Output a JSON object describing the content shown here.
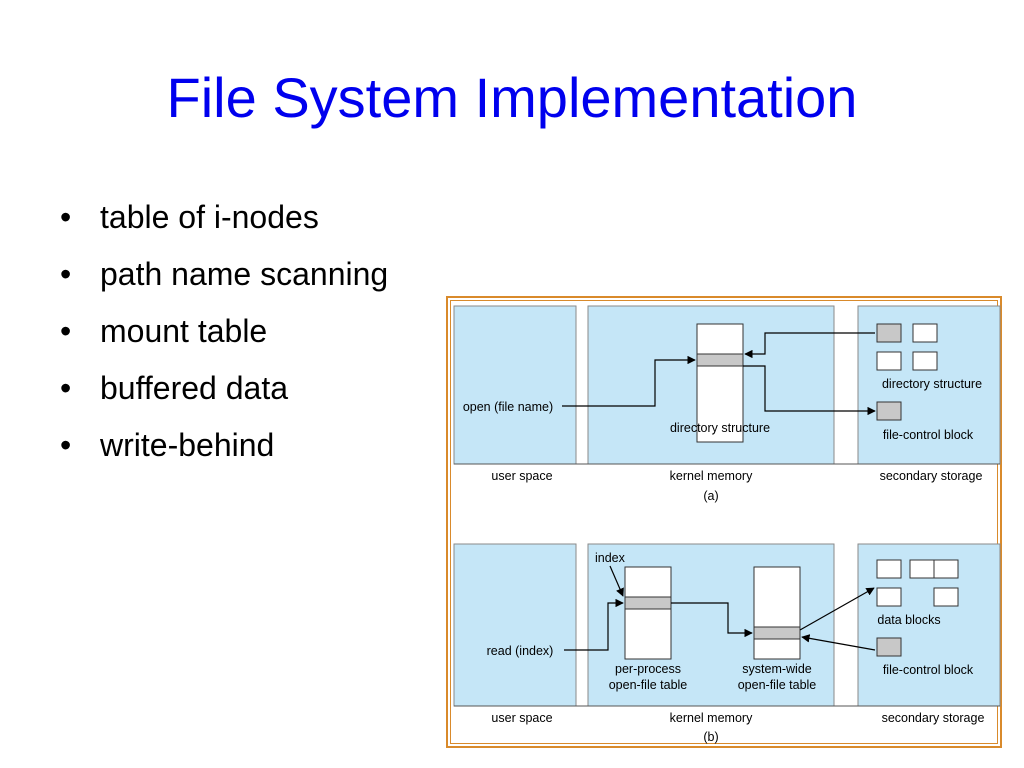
{
  "slide": {
    "title": "File System Implementation",
    "bullets": [
      "table of i-nodes",
      "path name scanning",
      "mount table",
      "buffered data",
      "write-behind"
    ]
  },
  "diagram": {
    "colors": {
      "region_fill": "#c5e6f7",
      "slot_fill": "#c8c8c8",
      "frame": "#d98a2b",
      "title": "#0000ee"
    },
    "panel_a": {
      "user_label": "user space",
      "kernel_label": "kernel memory",
      "storage_label": "secondary storage",
      "caption": "(a)",
      "call": "open (file name)",
      "kernel_table": "directory structure",
      "storage_dir": "directory structure",
      "storage_fcb": "file-control block"
    },
    "panel_b": {
      "user_label": "user space",
      "kernel_label": "kernel memory",
      "storage_label": "secondary storage",
      "caption": "(b)",
      "call": "read (index)",
      "index_label": "index",
      "per_process_1": "per-process",
      "per_process_2": "open-file table",
      "system_wide_1": "system-wide",
      "system_wide_2": "open-file table",
      "storage_data": "data blocks",
      "storage_fcb": "file-control block"
    }
  }
}
